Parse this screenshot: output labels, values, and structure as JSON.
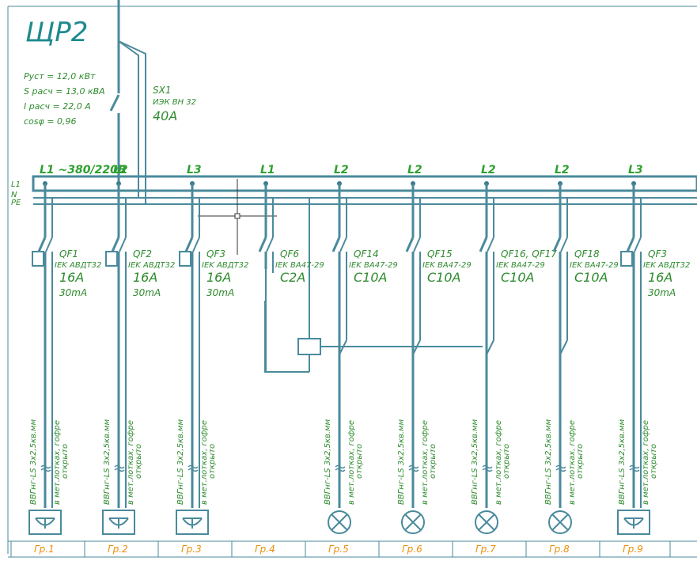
{
  "panel": {
    "title": "ЩР2",
    "params": [
      "Pуст  =  12,0 кВт",
      "S расч  =  13,0 кВА",
      "I расч  =  22,0 А",
      "cosφ  =  0,96"
    ],
    "switch": {
      "name": "SX1",
      "type": "ИЭК ВН 32",
      "rating": "40А"
    }
  },
  "bus": {
    "voltage_label": "L1 ~380/220В",
    "labels": [
      "L1",
      "N",
      "PE"
    ]
  },
  "groups": [
    {
      "phase": "",
      "qf": "QF1",
      "type": "IEK АВДТ32",
      "rating": "16А",
      "leak": "30mA",
      "kind": "rcd",
      "load": "socket",
      "cable1": "ВВГнг-LS 3х2,5кв.мм",
      "cable2": "в мет.лотках, гофре",
      "cable3": "открыто",
      "group": "Гр.1"
    },
    {
      "phase": "L2",
      "qf": "QF2",
      "type": "IEK АВДТ32",
      "rating": "16А",
      "leak": "30mA",
      "kind": "rcd",
      "load": "socket",
      "cable1": "ВВГнг-LS 3х2,5кв.мм",
      "cable2": "в мет.лотках, гофре",
      "cable3": "открыто",
      "group": "Гр.2"
    },
    {
      "phase": "L3",
      "qf": "QF3",
      "type": "IEK АВДТ32",
      "rating": "16А",
      "leak": "30mA",
      "kind": "rcd",
      "load": "socket",
      "cable1": "ВВГнг-LS 3х2,5кв.мм",
      "cable2": "в мет.лотках, гофре",
      "cable3": "открыто",
      "group": "Гр.3"
    },
    {
      "phase": "L1",
      "qf": "QF6",
      "type": "IEK ВА47-29",
      "rating": "C2A",
      "leak": "",
      "kind": "cb",
      "load": "none",
      "cable1": "",
      "cable2": "",
      "cable3": "",
      "group": "Гр.4"
    },
    {
      "phase": "L2",
      "qf": "QF14",
      "type": "IEK ВА47-29",
      "rating": "C10A",
      "leak": "",
      "kind": "cb",
      "load": "lamp",
      "cable1": "ВВГнг-LS 3х2,5кв.мм",
      "cable2": "в мет.лотках, гофре",
      "cable3": "открыто",
      "group": "Гр.5"
    },
    {
      "phase": "L2",
      "qf": "QF15",
      "type": "IEK ВА47-29",
      "rating": "C10A",
      "leak": "",
      "kind": "cb",
      "load": "lamp",
      "cable1": "ВВГнг-LS 3х2,5кв.мм",
      "cable2": "в мет.лотках, гофре",
      "cable3": "открыто",
      "group": "Гр.6"
    },
    {
      "phase": "L2",
      "qf": "QF16, QF17",
      "type": "IEK ВА47-29",
      "rating": "C10A",
      "leak": "",
      "kind": "cb",
      "load": "lamp",
      "cable1": "ВВГнг-LS 3х2,5кв.мм",
      "cable2": "в мет.лотках, гофре",
      "cable3": "открыто",
      "group": "Гр.7"
    },
    {
      "phase": "L2",
      "qf": "QF18",
      "type": "IEK ВА47-29",
      "rating": "C10A",
      "leak": "",
      "kind": "cb",
      "load": "lamp",
      "cable1": "ВВГнг-LS 3х2,5кв.мм",
      "cable2": "в мет.лотках, гофре",
      "cable3": "открыто",
      "group": "Гр.8"
    },
    {
      "phase": "L3",
      "qf": "QF3",
      "type": "IEK АВДТ32",
      "rating": "16А",
      "leak": "30mA",
      "kind": "rcd",
      "load": "socket",
      "cable1": "ВВГнг-LS 3х2,5кв.мм",
      "cable2": "в мет.лотках, гофре",
      "cable3": "открыто",
      "group": "Гр.9"
    }
  ]
}
